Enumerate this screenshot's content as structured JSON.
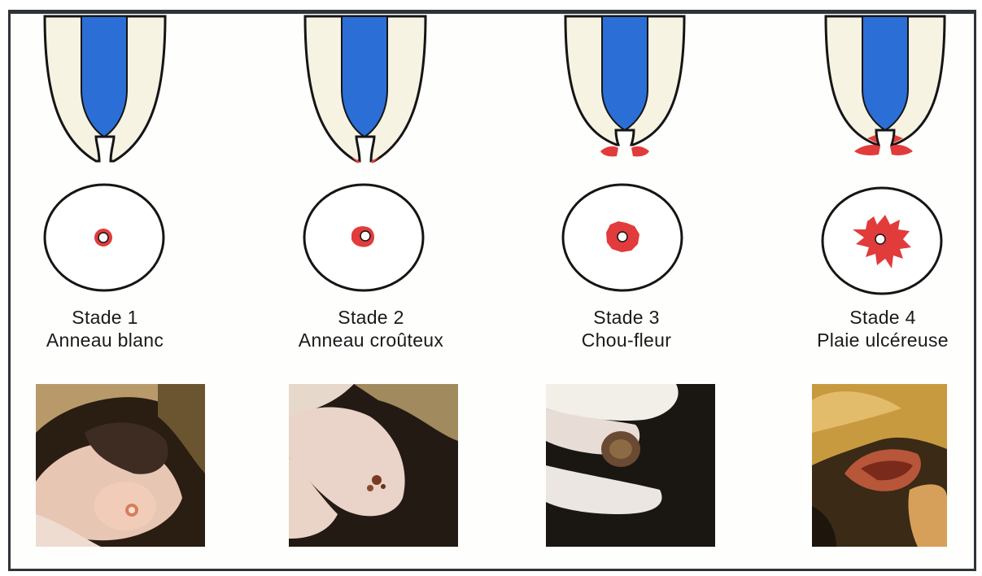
{
  "stages": [
    {
      "title": "Stade 1",
      "subtitle": "Anneau blanc"
    },
    {
      "title": "Stade 2",
      "subtitle": "Anneau croûteux"
    },
    {
      "title": "Stade 3",
      "subtitle": "Chou-fleur"
    },
    {
      "title": "Stade 4",
      "subtitle": "Plaie ulcéreuse"
    }
  ],
  "colors": {
    "teat_canal": "#2b6fd6",
    "teat_wall": "#f7f3e3",
    "lesion": "#e23b3b",
    "outline": "#151515"
  }
}
